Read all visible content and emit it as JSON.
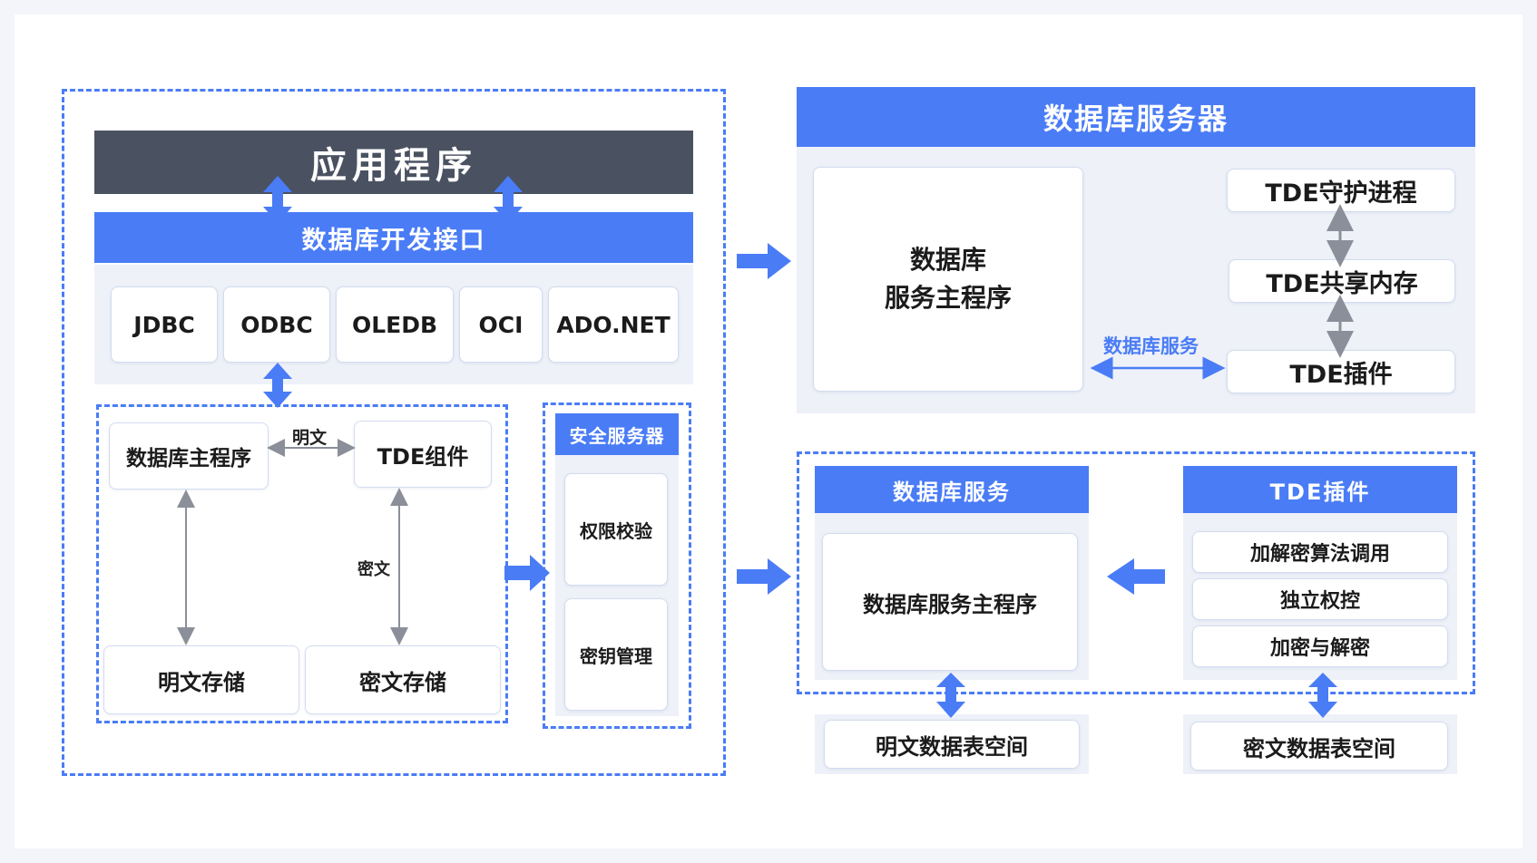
{
  "app": {
    "title": "应用程序",
    "api_bar": "数据库开发接口",
    "drivers": [
      "JDBC",
      "ODBC",
      "OLEDB",
      "OCI",
      "ADO.NET"
    ],
    "db_main": "数据库主程序",
    "tde_component": "TDE组件",
    "plaintext_label": "明文",
    "ciphertext_label": "密文",
    "plain_storage": "明文存储",
    "cipher_storage": "密文存储"
  },
  "security_server": {
    "title": "安全服务器",
    "permission_check": "权限校验",
    "key_management": "密钥管理"
  },
  "db_server": {
    "title": "数据库服务器",
    "main_program_line1": "数据库",
    "main_program_line2": "服务主程序",
    "service_label": "数据库服务",
    "tde_daemon": "TDE守护进程",
    "tde_shared_memory": "TDE共享内存",
    "tde_plugin": "TDE插件"
  },
  "detail": {
    "db_service_title": "数据库服务",
    "db_service_main": "数据库服务主程序",
    "tde_plugin_title": "TDE插件",
    "plugin_items": [
      "加解密算法调用",
      "独立权控",
      "加密与解密"
    ],
    "plain_tablespace": "明文数据表空间",
    "cipher_tablespace": "密文数据表空间"
  },
  "colors": {
    "accent": "#4a7cf6",
    "dark_header": "#4a5261",
    "panel": "#eef1f8",
    "arrow_gray": "#8a8f99"
  }
}
